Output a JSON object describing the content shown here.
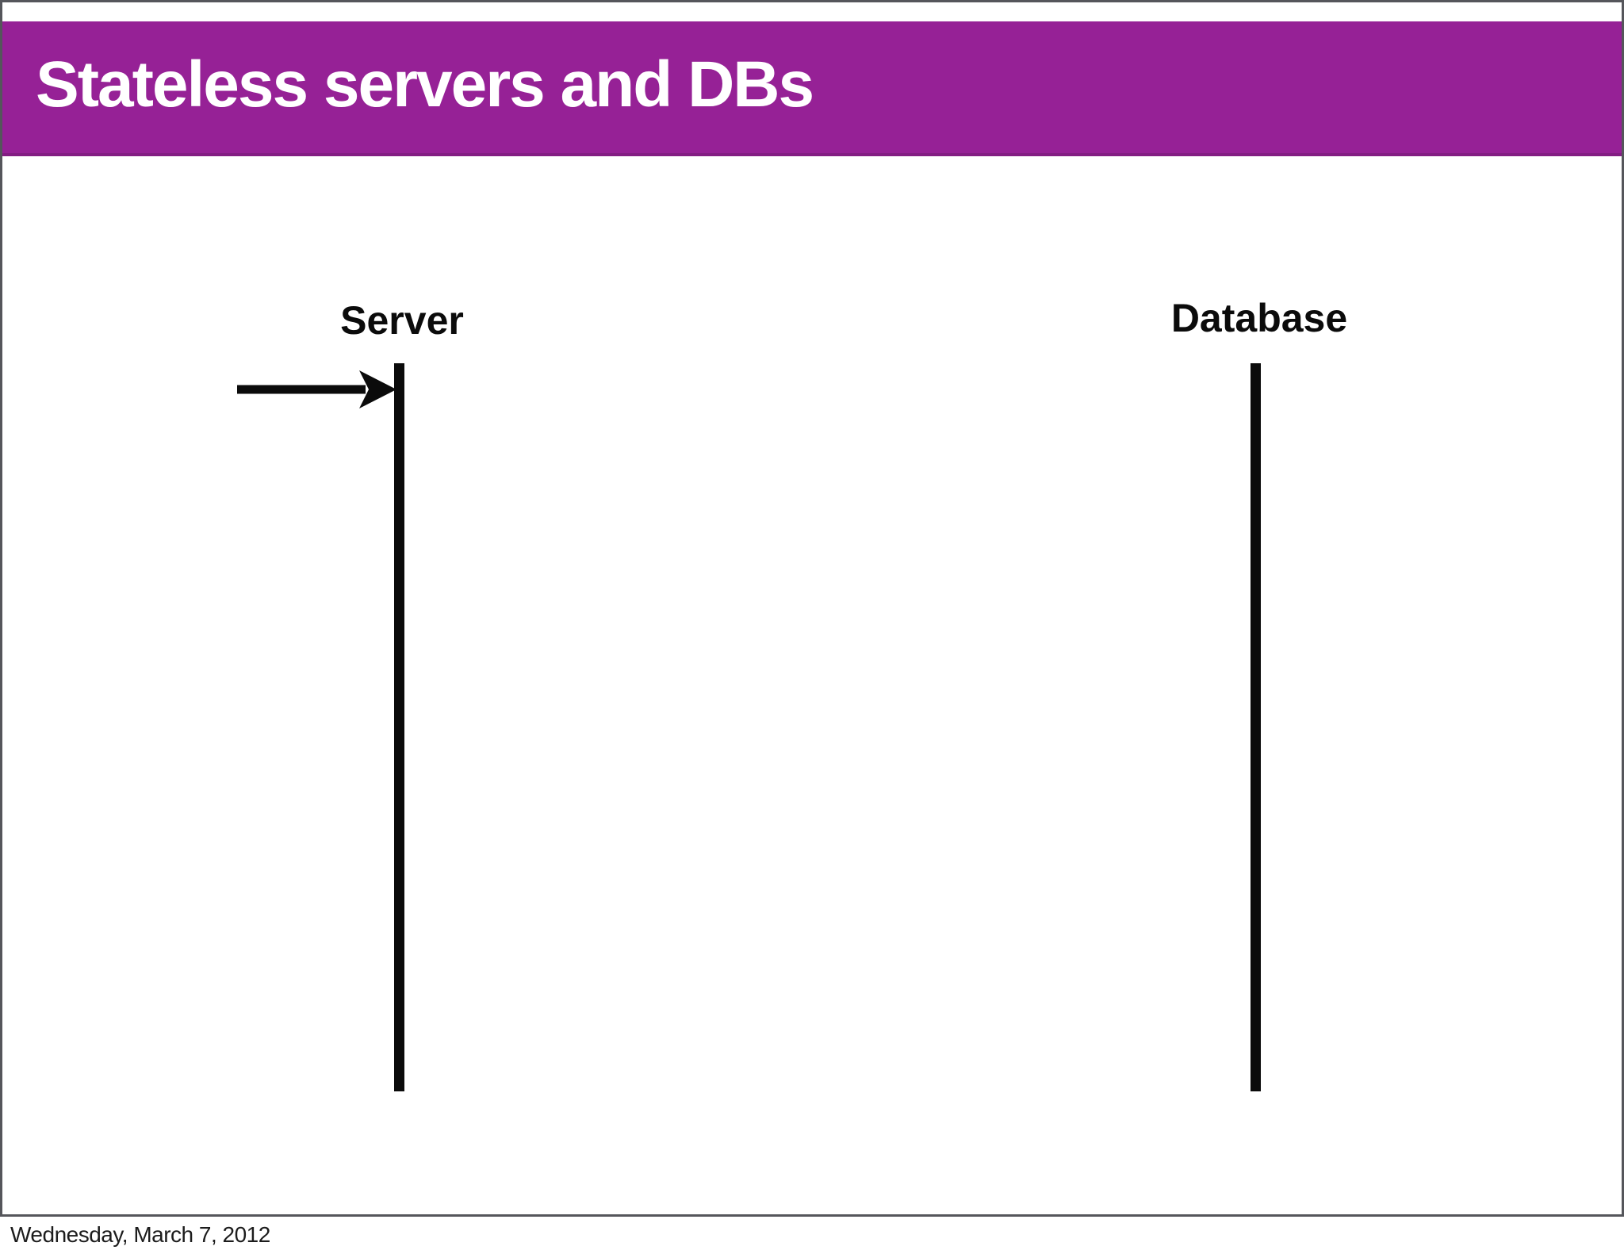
{
  "slide": {
    "title": "Stateless servers and DBs",
    "footer": {
      "date": "Wednesday, March 7, 2012"
    }
  },
  "diagram": {
    "type": "sequence-diagram",
    "lifelines": [
      {
        "id": "server",
        "label": "Server"
      },
      {
        "id": "database",
        "label": "Database"
      }
    ],
    "messages": [
      {
        "target": "server",
        "kind": "incoming-request-arrow",
        "direction": "right",
        "label": ""
      }
    ]
  },
  "colors": {
    "title_bar": "#962196",
    "title_text": "#ffffff",
    "line": "#0b0b0b",
    "frame_border": "#55565b",
    "footer_text": "#1c1c1c"
  }
}
